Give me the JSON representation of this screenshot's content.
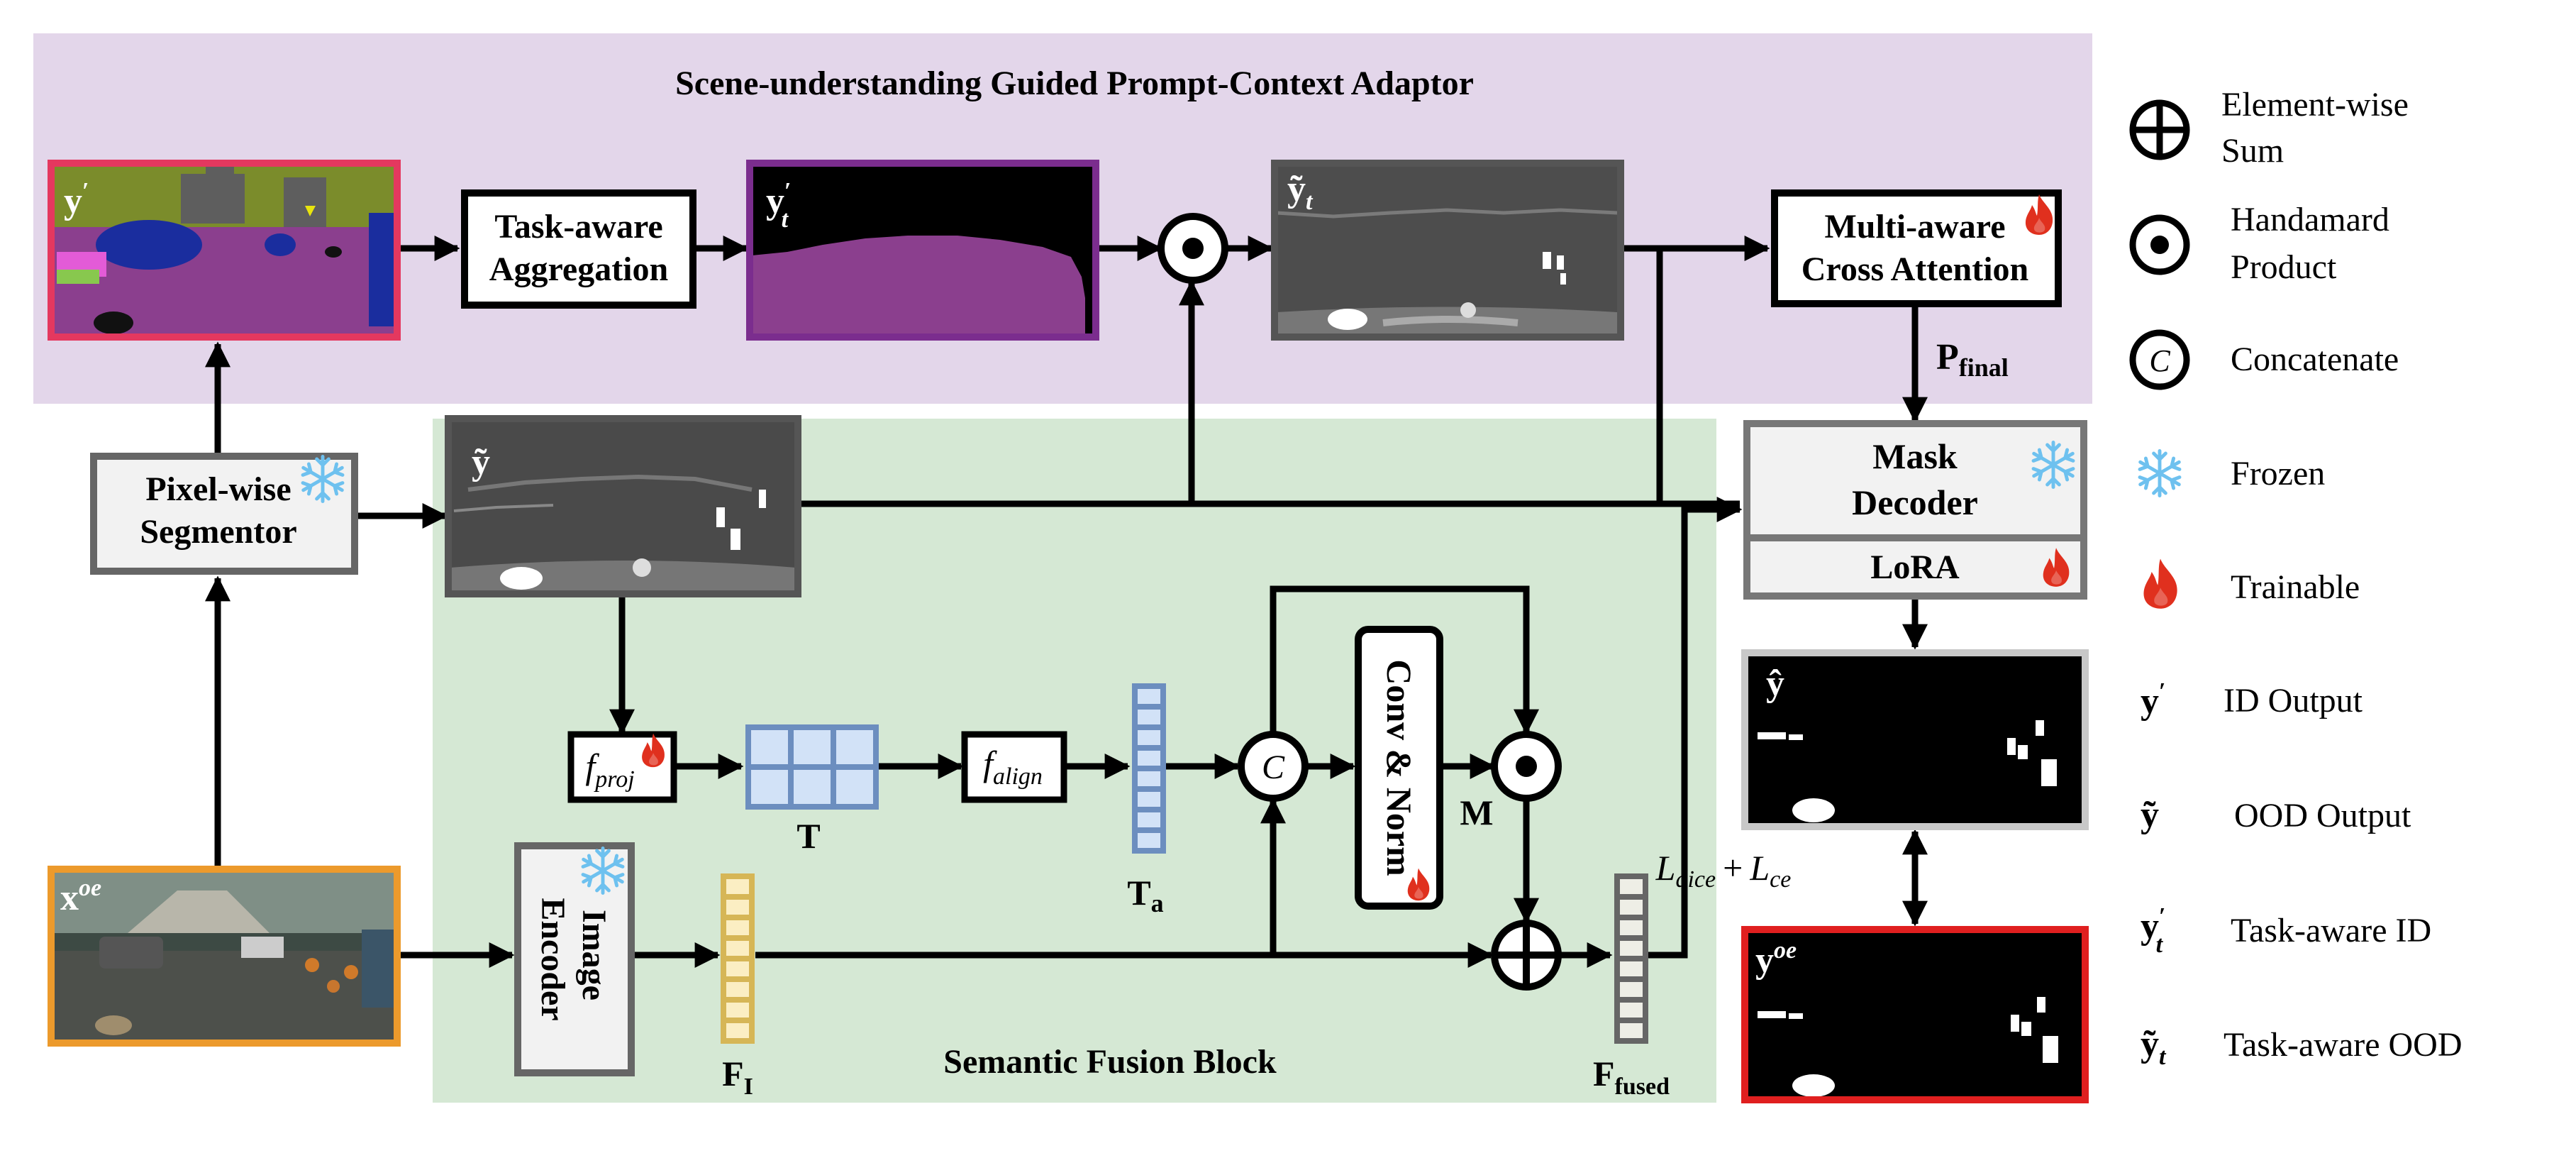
{
  "colors": {
    "prompt_region": "#e3d6ea",
    "fusion_region": "#d5e8d4",
    "id_border": "#e4385f",
    "task_id_border": "#7b2d8e",
    "ood_border": "#555555",
    "input_border": "#ec9a2c",
    "gt_border": "#e01f1f",
    "pred_border": "#c8c8c8",
    "token_blue_fill": "#d2e2f7",
    "token_blue_stroke": "#6c8ebf",
    "token_yellow_fill": "#fbeec3",
    "token_yellow_stroke": "#d6b656",
    "token_gray_fill": "#eeeee6",
    "token_gray_stroke": "#666666",
    "frozen": "#6ec1ef",
    "trainable": "#e0301e",
    "id_map": [
      "#7b8c2b",
      "#8b3f8e",
      "#1a2d9e",
      "#e35bd7",
      "#88c84e",
      "#5e5e5e"
    ]
  },
  "regions": {
    "prompt_title": "Scene-understanding Guided Prompt-Context Adaptor",
    "fusion_title": "Semantic Fusion Block"
  },
  "blocks": {
    "task_aggregation": [
      "Task-aware",
      "Aggregation"
    ],
    "cross_attention": [
      "Multi-aware",
      "Cross Attention"
    ],
    "segmentor": [
      "Pixel-wise",
      "Segmentor"
    ],
    "mask_decoder": [
      "Mask",
      "Decoder"
    ],
    "lora": "LoRA",
    "image_encoder": [
      "Image",
      "Encoder"
    ],
    "conv_norm": "Conv & Norm",
    "f_proj": "proj",
    "f_align": "align"
  },
  "math": {
    "y_prime": "y",
    "y_tilde": "ỹ",
    "y_tilde_t": "ỹ",
    "y_t_prime": "y",
    "y_hat": "ŷ",
    "y_oe": "y",
    "x_oe": "x",
    "oe_sup": "oe",
    "prime": "′",
    "t_sub": "t",
    "f": "f",
    "T": "T",
    "T_a": "T",
    "a_sub": "a",
    "F_I": "F",
    "I_sub": "I",
    "F_fused": "F",
    "fused_sub": "fused",
    "M": "M",
    "P_final": "P",
    "final_sub": "final",
    "loss_L1": "L",
    "loss_dice": "dice",
    "loss_plus": "+",
    "loss_L2": "L",
    "loss_ce": "ce",
    "concat_C": "C"
  },
  "legend": {
    "sum": [
      "Element-wise",
      "Sum"
    ],
    "product": [
      "Handamard",
      "Product"
    ],
    "concat": "Concatenate",
    "frozen": "Frozen",
    "trainable": "Trainable",
    "id_output": "ID Output",
    "ood_output": "OOD Output",
    "task_id": "Task-aware ID",
    "task_ood": "Task-aware OOD"
  }
}
